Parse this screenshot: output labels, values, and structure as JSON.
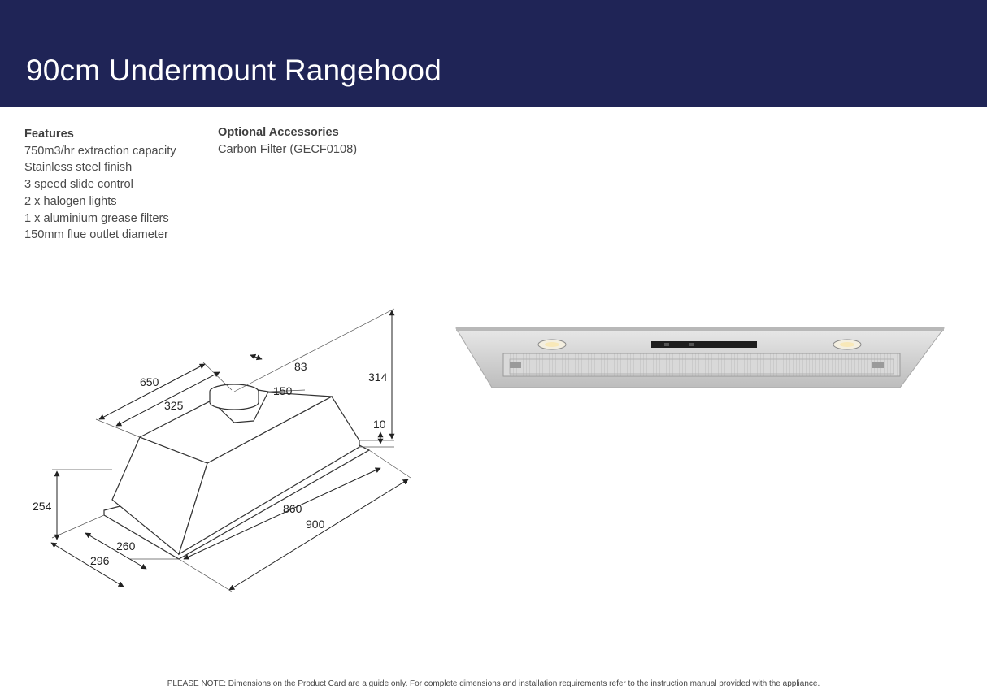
{
  "header": {
    "title": "90cm Undermount Rangehood",
    "background_color": "#1f2456"
  },
  "features": {
    "heading": "Features",
    "items": [
      "750m3/hr extraction capacity",
      "Stainless steel finish",
      "3 speed slide control",
      "2 x halogen lights",
      "1 x aluminium grease filters",
      "150mm flue outlet diameter"
    ]
  },
  "accessories": {
    "heading": "Optional  Accessories",
    "items": [
      "Carbon Filter (GECF0108)"
    ]
  },
  "diagram": {
    "dimensions": {
      "d650": "650",
      "d325": "325",
      "d83": "83",
      "d150": "150",
      "d314": "314",
      "d10": "10",
      "d254": "254",
      "d260": "260",
      "d296": "296",
      "d860": "860",
      "d900": "900"
    }
  },
  "footer": {
    "note": "PLEASE NOTE: Dimensions on the Product Card are a guide only. For complete dimensions and installation requirements refer to the instruction manual provided with the appliance."
  }
}
